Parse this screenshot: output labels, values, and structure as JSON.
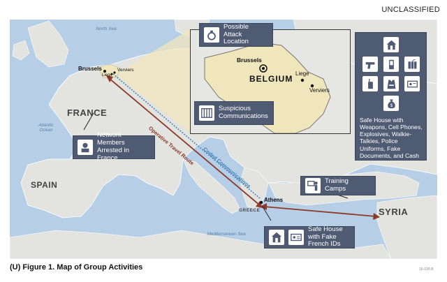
{
  "classification": "UNCLASSIFIED",
  "caption": "(U)  Figure 1. Map of Group Activities",
  "figure_ref": "16-199-B",
  "countries": {
    "france": "FRANCE",
    "spain": "SPAIN",
    "syria": "SYRIA",
    "greece": "GREECE",
    "belgium": "BELGIUM"
  },
  "cities": {
    "brussels": "Brussels",
    "verviers": "Verviers",
    "liege": "Liege",
    "athens": "Athens"
  },
  "seas": {
    "north_sea": "North Sea",
    "atlantic": "Atlantic Ocean",
    "mediterranean": "Mediterranean Sea"
  },
  "inset": {
    "brussels": "Brussels",
    "belgium": "BELGIUM",
    "liege": "Liege",
    "verviers": "Verviers"
  },
  "callouts": {
    "attack": "Possible Attack Location",
    "comms": "Suspicious Communications",
    "arrested": "Network Members Arrested in France",
    "training": "Training Camps",
    "safehouse_athens": "Safe House with Fake French IDs",
    "safehouse_verviers": "Safe House with Weapons, Cell Phones, Explosives, Walkie-Talkies, Police Uniforms, Fake Documents, and Cash"
  },
  "routes": {
    "travel": "Operative Travel Route",
    "coded": "Coded Communications"
  },
  "icons": {
    "attack": "grenade-icon",
    "comms": "prison-bars-icon",
    "arrested": "prisoner-icon",
    "training": "instructor-icon",
    "safehouse": "house-icon",
    "phone": "cell-phone-icon",
    "explosive": "explosive-icon",
    "pistol": "pistol-icon",
    "radio": "walkie-talkie-icon",
    "vest": "police-vest-icon",
    "id": "id-card-icon",
    "cash": "money-bag-icon",
    "lock": "padlock-icon"
  },
  "colors": {
    "callout_bg": "#4f5a73",
    "travel_route": "#8b3a2b",
    "coded_route": "#3b7fb5",
    "land": "#e3e3e0",
    "sea": "#b7cfe6",
    "highlight": "#f0e6bc"
  }
}
